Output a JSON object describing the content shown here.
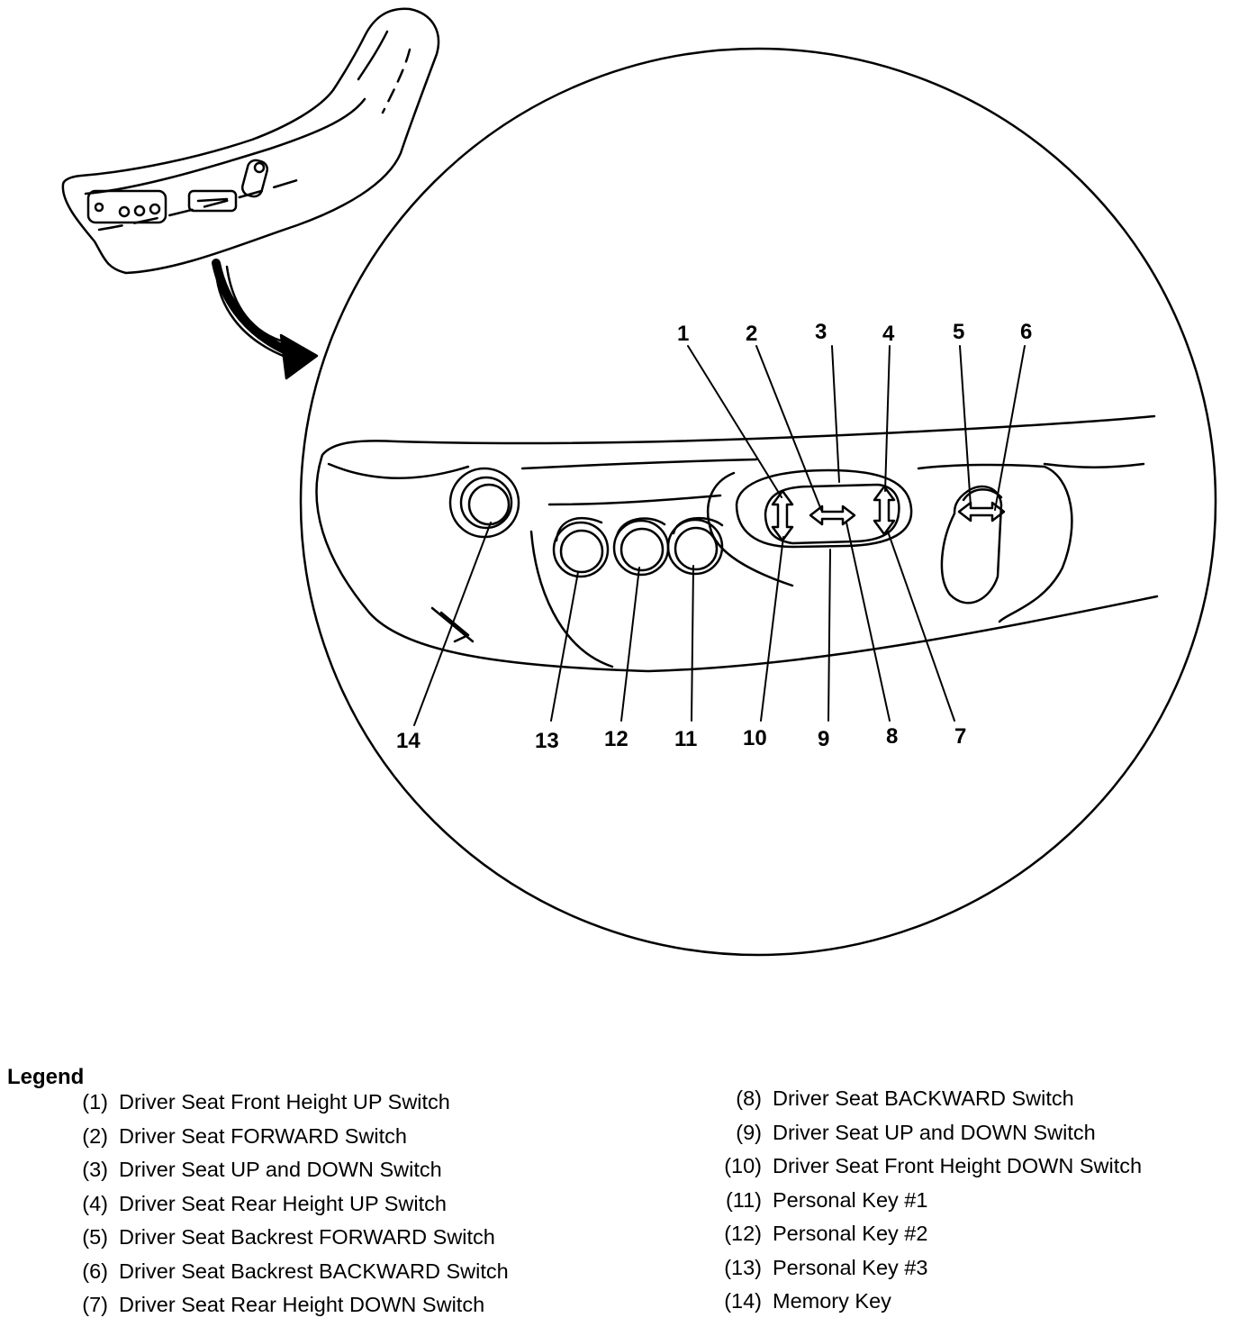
{
  "callouts": {
    "c1": "1",
    "c2": "2",
    "c3": "3",
    "c4": "4",
    "c5": "5",
    "c6": "6",
    "c7": "7",
    "c8": "8",
    "c9": "9",
    "c10": "10",
    "c11": "11",
    "c12": "12",
    "c13": "13",
    "c14": "14"
  },
  "legend": {
    "title": "Legend",
    "left": [
      {
        "num": "(1)",
        "text": "Driver Seat Front Height UP Switch"
      },
      {
        "num": "(2)",
        "text": "Driver Seat FORWARD Switch"
      },
      {
        "num": "(3)",
        "text": "Driver Seat UP and DOWN Switch"
      },
      {
        "num": "(4)",
        "text": "Driver Seat Rear Height UP Switch"
      },
      {
        "num": "(5)",
        "text": "Driver Seat Backrest FORWARD Switch"
      },
      {
        "num": "(6)",
        "text": "Driver Seat Backrest BACKWARD Switch"
      },
      {
        "num": "(7)",
        "text": "Driver Seat Rear Height DOWN Switch"
      }
    ],
    "right": [
      {
        "num": "(8)",
        "text": "Driver Seat BACKWARD Switch"
      },
      {
        "num": "(9)",
        "text": "Driver Seat UP and DOWN Switch"
      },
      {
        "num": "(10)",
        "text": "Driver Seat Front Height DOWN Switch"
      },
      {
        "num": "(11)",
        "text": "Personal Key #1"
      },
      {
        "num": "(12)",
        "text": "Personal Key #2"
      },
      {
        "num": "(13)",
        "text": "Personal Key #3"
      },
      {
        "num": "(14)",
        "text": "Memory Key"
      }
    ]
  }
}
